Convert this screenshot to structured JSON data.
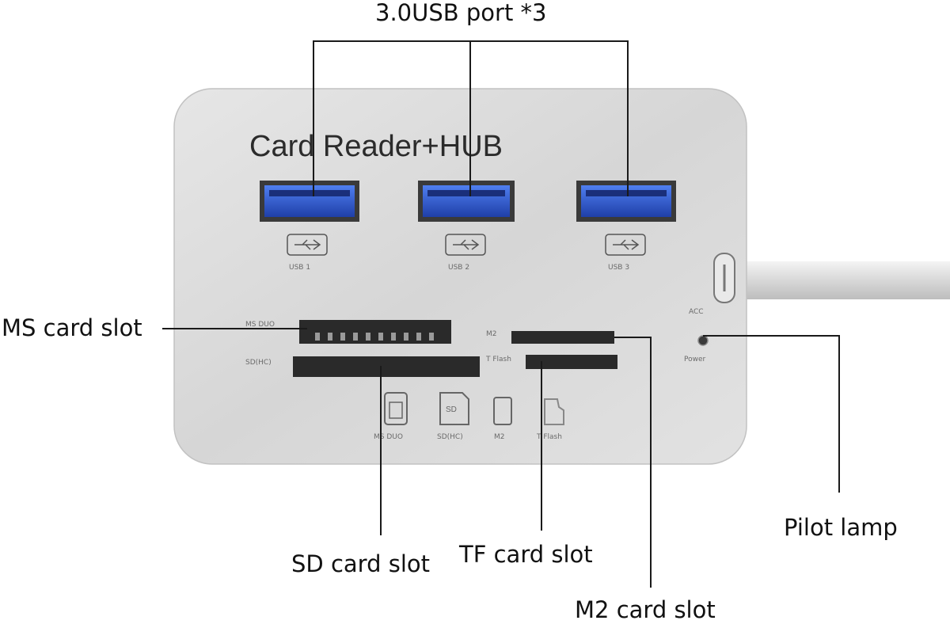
{
  "device": {
    "brand_text": "Card Reader+HUB",
    "usb_ports": [
      {
        "label": "USB 1"
      },
      {
        "label": "USB 2"
      },
      {
        "label": "USB 3"
      }
    ],
    "slot_labels": {
      "ms": "MS DUO",
      "sd": "SD(HC)",
      "m2": "M2",
      "tf": "T Flash"
    },
    "card_icons": [
      {
        "label": "MS DUO"
      },
      {
        "label": "SD(HC)"
      },
      {
        "label": "M2"
      },
      {
        "label": "T Flash"
      }
    ],
    "acc_label": "ACC",
    "power_label": "Power"
  },
  "callouts": {
    "usb": "3.0USB port *3",
    "ms": "MS card slot",
    "sd": "SD card slot",
    "tf": "TF card slot",
    "m2": "M2 card slot",
    "pilot": "Pilot lamp"
  },
  "colors": {
    "housing": "#dcdcdc",
    "port_blue": "#2f5fd6",
    "leader": "#1a1a1a"
  }
}
